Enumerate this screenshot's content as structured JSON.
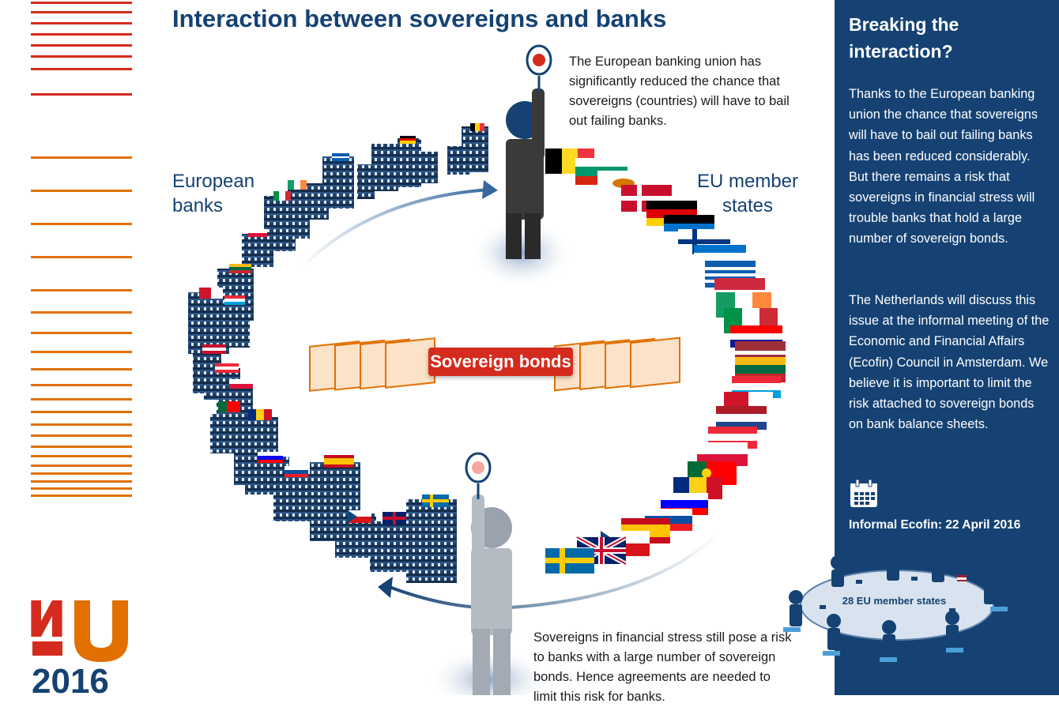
{
  "header": {
    "title": "Interaction between sovereigns and banks"
  },
  "diagram": {
    "label_banks": "European banks",
    "label_states": "EU member states",
    "bonds_label": "Sovereign bonds",
    "text_top": "The European banking union has significantly reduced the chance that sovereigns (countries) will have to bail out failing banks.",
    "text_bottom": "Sovereigns in financial stress still pose a risk to banks with a large number of sovereign bonds. Hence agreements are needed to limit this risk for banks."
  },
  "sidebar": {
    "title": "Breaking the interaction?",
    "paragraph_1": "Thanks to the European banking union the chance that sovereigns will have to bail out failing banks has been reduced considerably. But there remains a risk that sovereigns in financial stress will trouble banks that hold a large number of sovereign bonds.",
    "paragraph_2": "The Netherlands will discuss this issue at the informal meeting of the Economic and Financial Affairs (Ecofin) Council in Amsterdam. We believe it is important to limit the risk attached to sovereign bonds on bank balance sheets.",
    "event_label": "Informal Ecofin: 22 April 2016",
    "meeting_label": "28 EU member states"
  },
  "logo": {
    "letters": "nlEU",
    "year": "2016"
  },
  "colors": {
    "navy": "#154273",
    "red": "#d52b1e",
    "orange": "#e17000",
    "bond_orange": "#f19f4d"
  },
  "icons": [
    "calendar-icon"
  ]
}
